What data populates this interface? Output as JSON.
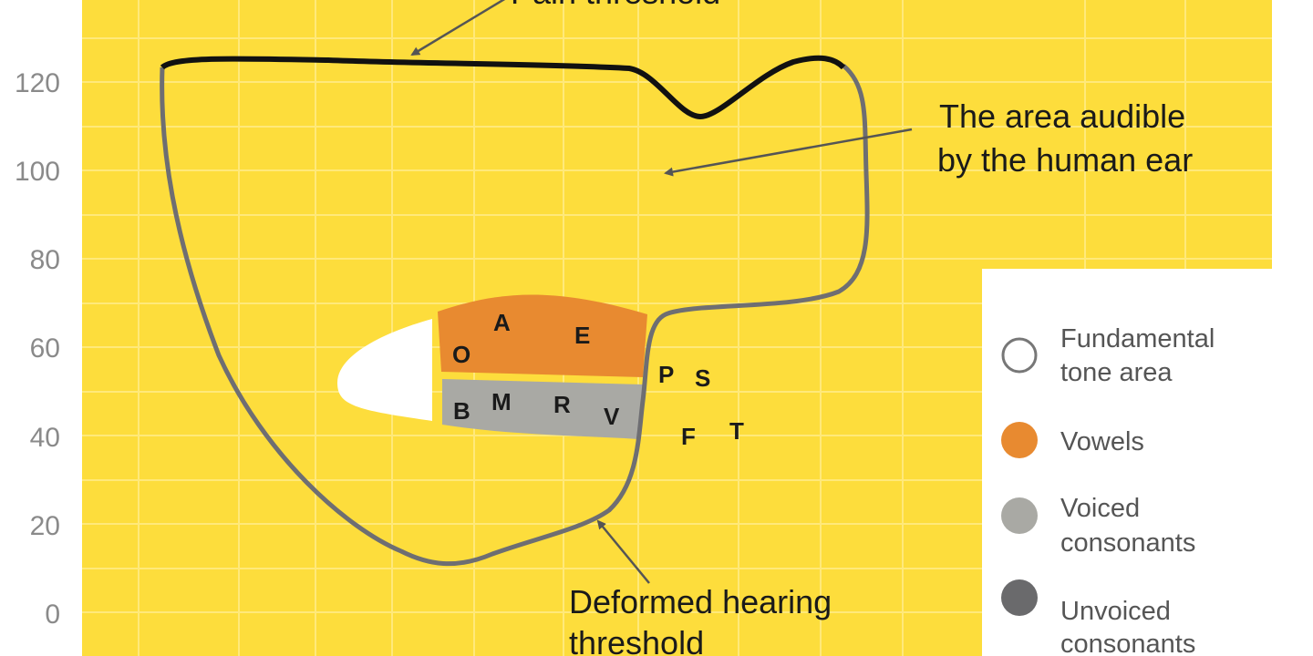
{
  "diagram": {
    "y_ticks": [
      "120",
      "100",
      "80",
      "60",
      "40",
      "20",
      "0"
    ],
    "y_tick_values": [
      120,
      100,
      80,
      60,
      40,
      20,
      0
    ],
    "annotations": {
      "top": "Pain threshold",
      "area_line1": "The area audible",
      "area_line2": "by the human ear",
      "bottom_line1": "Deformed hearing",
      "bottom_line2": "threshold"
    },
    "vowels": [
      "O",
      "A",
      "E"
    ],
    "voiced": [
      "B",
      "M",
      "R",
      "V"
    ],
    "unvoiced": [
      "P",
      "S",
      "F",
      "T"
    ],
    "legend": [
      {
        "line1": "Fundamental",
        "line2": "tone area",
        "color": "#ffffff"
      },
      {
        "line1": "Vowels",
        "line2": "",
        "color": "#E88A30"
      },
      {
        "line1": "Voiced",
        "line2": "consonants",
        "color": "#A9A9A4"
      },
      {
        "line1": "Unvoiced",
        "line2": "consonants",
        "color": "#6A6A6C"
      }
    ],
    "colors": {
      "background": "#FDDD3C",
      "vowels": "#E88A30",
      "voiced": "#A9A9A4",
      "curve": "#6E6E72",
      "pain": "#111111"
    }
  }
}
